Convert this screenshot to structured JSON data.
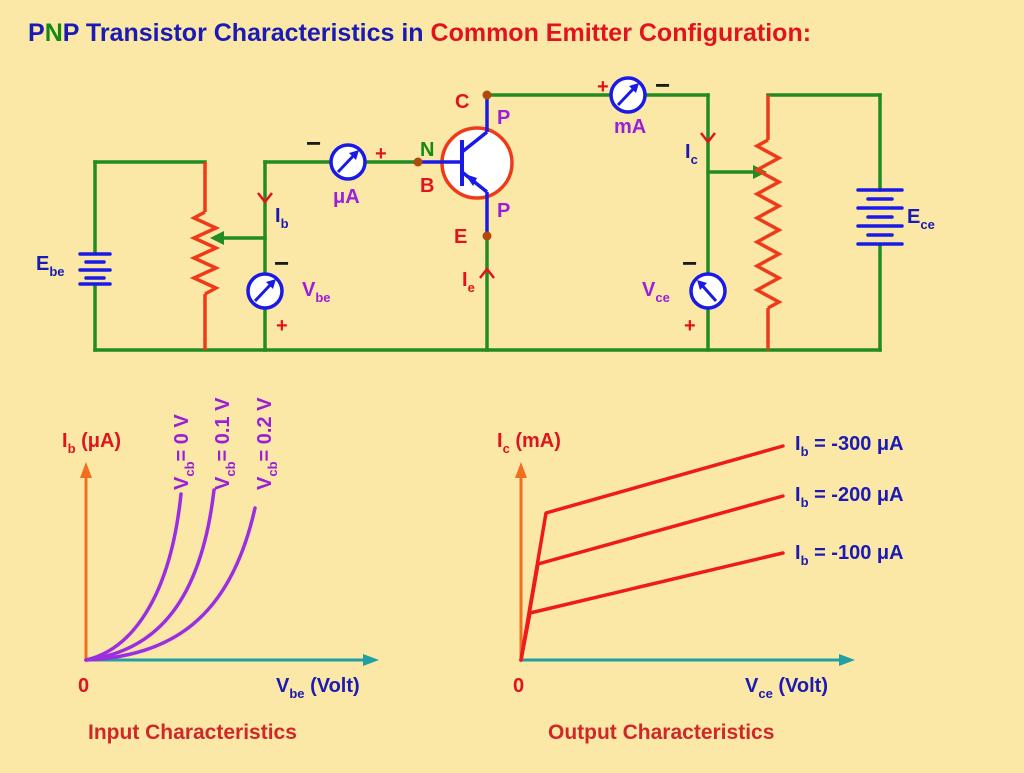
{
  "title": {
    "p1": "P",
    "n": "N",
    "p2": "P",
    "mid": " Transistor Characteristics in ",
    "tail": "Common Emitter Configuration:"
  },
  "circuit": {
    "collector": "C",
    "base": "B",
    "emitter": "E",
    "n_region": "N",
    "p_top": "P",
    "p_bottom": "P",
    "microammeter": "μA",
    "milliammeter": "mA",
    "plus": "+",
    "minus": "−",
    "ib": {
      "main": "I",
      "sub": "b"
    },
    "ic": {
      "main": "I",
      "sub": "c"
    },
    "ie": {
      "main": "I",
      "sub": "e"
    },
    "vbe": {
      "main": "V",
      "sub": "be"
    },
    "vce": {
      "main": "V",
      "sub": "ce"
    },
    "ebe": {
      "main": "E",
      "sub": "be"
    },
    "ece": {
      "main": "E",
      "sub": "ce"
    }
  },
  "input_chart": {
    "y_label": {
      "main": "I",
      "sub": "b",
      "unit": " (μA)"
    },
    "x_label": {
      "main": "V",
      "sub": "be",
      "unit": " (Volt)"
    },
    "origin": "0",
    "caption": "Input Characteristics",
    "curve_labels": [
      {
        "main": "V",
        "sub": "cb",
        "rest": "= 0 V"
      },
      {
        "main": "V",
        "sub": "cb",
        "rest": "= 0.1 V"
      },
      {
        "main": "V",
        "sub": "cb",
        "rest": "= 0.2 V"
      }
    ]
  },
  "output_chart": {
    "y_label": {
      "main": "I",
      "sub": "c",
      "unit": " (mA)"
    },
    "x_label": {
      "main": "V",
      "sub": "ce",
      "unit": " (Volt)"
    },
    "origin": "0",
    "caption": "Output Characteristics",
    "curve_labels": [
      {
        "main": "I",
        "sub": "b",
        "rest": " = -300 μA"
      },
      {
        "main": "I",
        "sub": "b",
        "rest": " = -200 μA"
      },
      {
        "main": "I",
        "sub": "b",
        "rest": " = -100 μA"
      }
    ]
  },
  "colors": {
    "background": "#fce8a6",
    "wire": "#228b22",
    "resistor": "#ef3a1a",
    "meter": "#1a1ae6",
    "curve_input": "#9b2ee0",
    "curve_output": "#ef1a1a",
    "axis_y": "#f07020",
    "axis_x": "#20a0a0",
    "title_blue": "#1a1ab4",
    "label_red": "#e0141e",
    "label_purple": "#9b1ed8",
    "label_green": "#138a13",
    "caption": "#d02828",
    "node": "#b04a0a"
  }
}
